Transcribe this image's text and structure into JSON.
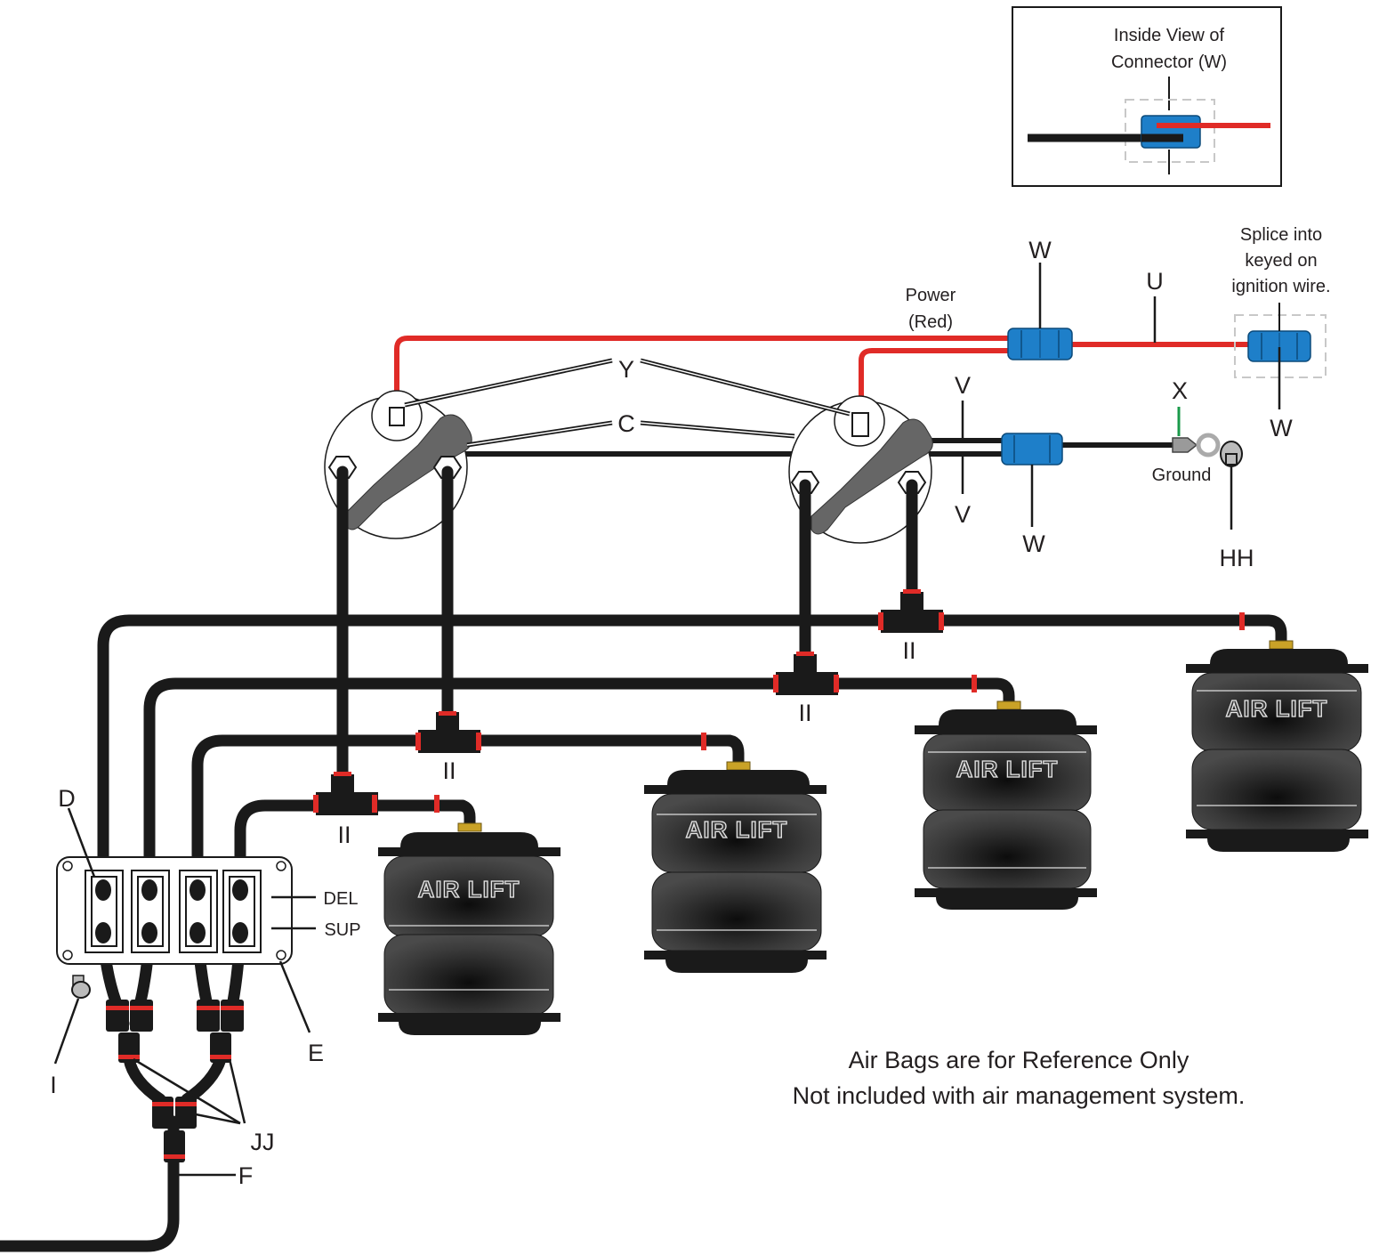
{
  "inset": {
    "title_line1": "Inside View of",
    "title_line2": "Connector (W)"
  },
  "labels": {
    "W_top": "W",
    "W_splice": "W",
    "W_ground": "W",
    "U": "U",
    "Y": "Y",
    "C": "C",
    "V_top": "V",
    "V_bottom": "V",
    "X": "X",
    "HH": "HH",
    "II_1": "II",
    "II_2": "II",
    "II_3": "II",
    "II_4": "II",
    "D": "D",
    "E": "E",
    "F": "F",
    "I": "I",
    "JJ": "JJ",
    "DEL": "DEL",
    "SUP": "SUP",
    "ground": "Ground",
    "power_line1": "Power",
    "power_line2": "(Red)",
    "splice_line1": "Splice into",
    "splice_line2": "keyed on",
    "splice_line3": "ignition wire."
  },
  "air_bags": {
    "brand_text": "AIR LIFT",
    "count": 4
  },
  "note": {
    "line1": "Air Bags are for Reference Only",
    "line2": "Not included with air management system."
  },
  "colors": {
    "power_wire": "#e02b27",
    "connector": "#1e7fc9",
    "ground_wire": "#1a9a4a",
    "hose": "#1a1a1a",
    "fitting_band": "#e02b27",
    "valve_arm": "#666666",
    "bag_body": "#3a3a3a",
    "fitting_brass": "#c9a227"
  }
}
